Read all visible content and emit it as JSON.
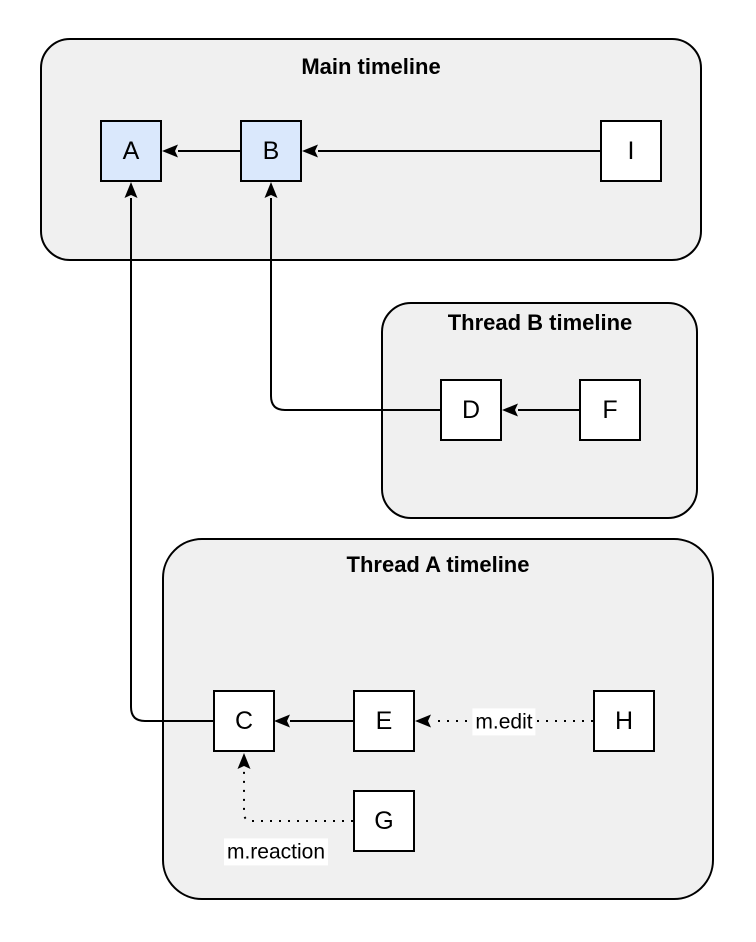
{
  "diagram": {
    "groups": [
      {
        "id": "main",
        "label": "Main timeline"
      },
      {
        "id": "thread-b",
        "label": "Thread B timeline"
      },
      {
        "id": "thread-a",
        "label": "Thread A timeline"
      }
    ],
    "nodes": [
      {
        "id": "A",
        "label": "A",
        "group": "main",
        "fill": "highlight"
      },
      {
        "id": "B",
        "label": "B",
        "group": "main",
        "fill": "highlight"
      },
      {
        "id": "I",
        "label": "I",
        "group": "main",
        "fill": "plain"
      },
      {
        "id": "D",
        "label": "D",
        "group": "thread-b",
        "fill": "plain"
      },
      {
        "id": "F",
        "label": "F",
        "group": "thread-b",
        "fill": "plain"
      },
      {
        "id": "C",
        "label": "C",
        "group": "thread-a",
        "fill": "plain"
      },
      {
        "id": "E",
        "label": "E",
        "group": "thread-a",
        "fill": "plain"
      },
      {
        "id": "H",
        "label": "H",
        "group": "thread-a",
        "fill": "plain"
      },
      {
        "id": "G",
        "label": "G",
        "group": "thread-a",
        "fill": "plain"
      }
    ],
    "edges": [
      {
        "from": "B",
        "to": "A",
        "style": "solid",
        "label": ""
      },
      {
        "from": "I",
        "to": "B",
        "style": "solid",
        "label": ""
      },
      {
        "from": "F",
        "to": "D",
        "style": "solid",
        "label": ""
      },
      {
        "from": "D",
        "to": "B",
        "style": "solid",
        "label": ""
      },
      {
        "from": "E",
        "to": "C",
        "style": "solid",
        "label": ""
      },
      {
        "from": "C",
        "to": "A",
        "style": "solid",
        "label": ""
      },
      {
        "from": "H",
        "to": "E",
        "style": "dotted",
        "label": "m.edit"
      },
      {
        "from": "G",
        "to": "C",
        "style": "dotted",
        "label": "m.reaction"
      }
    ],
    "colors": {
      "node_highlight_fill": "#dae8fc",
      "node_fill": "#ffffff",
      "container_fill": "#f0f0f0",
      "stroke": "#000000",
      "background": "#ffffff"
    }
  }
}
